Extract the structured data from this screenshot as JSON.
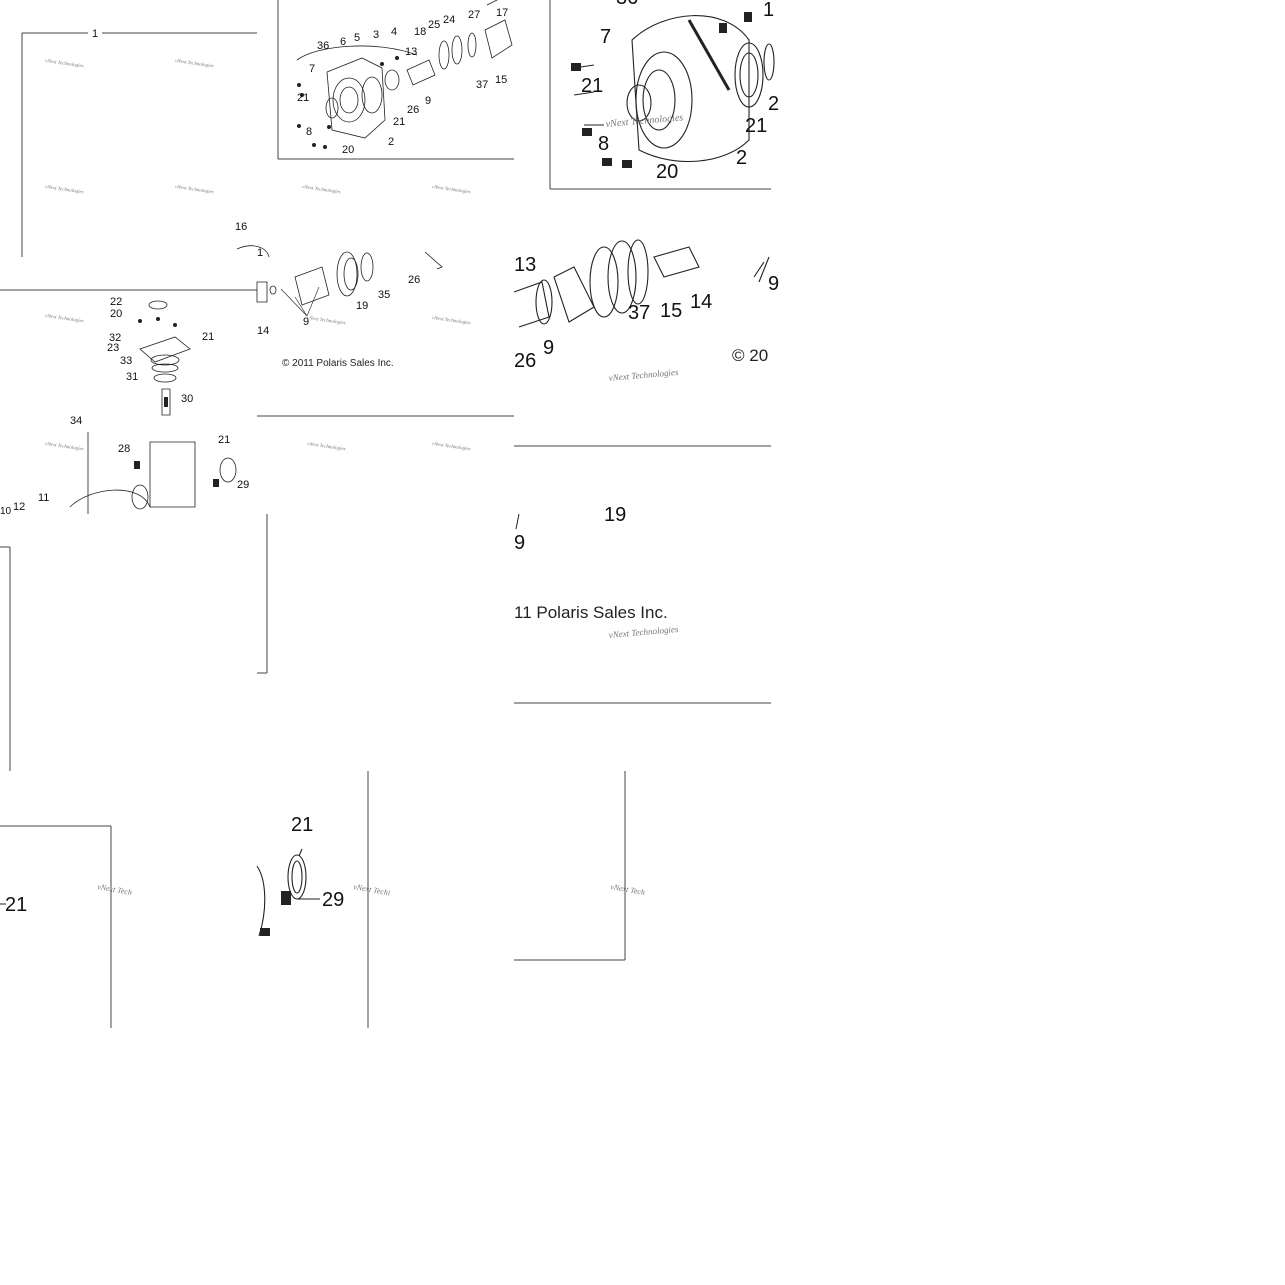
{
  "document": {
    "copyright": "© 2011 Polaris Sales Inc.",
    "copyright_partial_1": "© 20",
    "copyright_partial_2": "11 Polaris Sales Inc.",
    "watermark": "vNext Technologies",
    "watermark_cut_1": "vNext Techi",
    "watermark_cut_2": "vNext Tech"
  },
  "callouts": {
    "n1": "1",
    "n2": "2",
    "n3": "3",
    "n4": "4",
    "n5": "5",
    "n6": "6",
    "n7": "7",
    "n8": "8",
    "n9": "9",
    "n10": "10",
    "n11": "11",
    "n12": "12",
    "n13": "13",
    "n14": "14",
    "n15": "15",
    "n16": "16",
    "n17": "17",
    "n18": "18",
    "n19": "19",
    "n20": "20",
    "n21": "21",
    "n22": "22",
    "n23": "23",
    "n24": "24",
    "n25": "25",
    "n26": "26",
    "n27": "27",
    "n28": "28",
    "n29": "29",
    "n30": "30",
    "n31": "31",
    "n32": "32",
    "n33": "33",
    "n34": "34",
    "n35": "35",
    "n36": "36",
    "n37": "37",
    "n1x": "1",
    "n2x": "2",
    "n10x": "10"
  },
  "colors": {
    "line": "#222222",
    "frame": "#444444",
    "watermark": "#777777"
  }
}
